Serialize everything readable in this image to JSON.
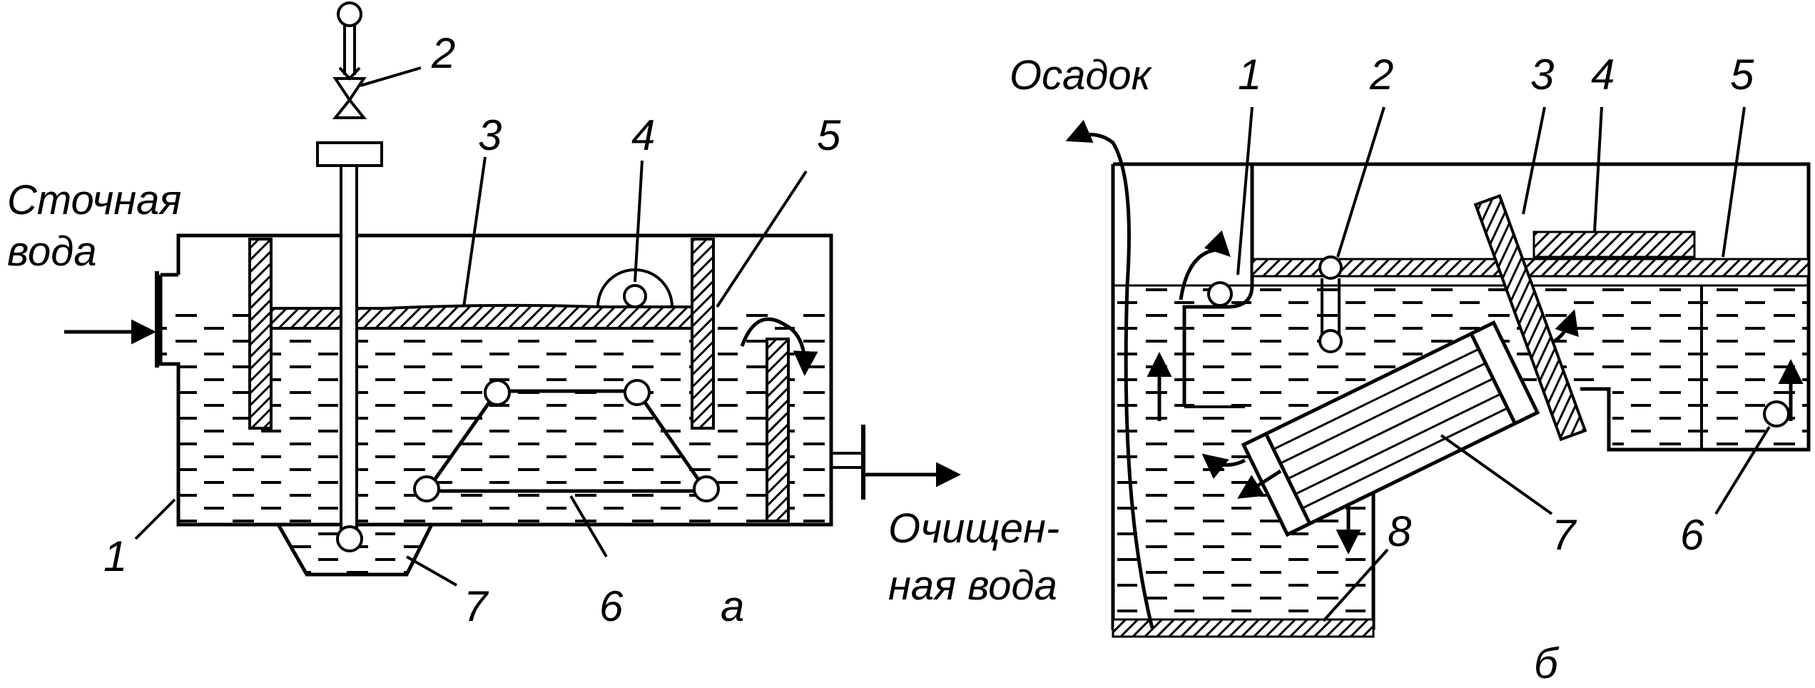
{
  "diagram_a": {
    "caption": "а",
    "inlet_label_line1": "Сточная",
    "inlet_label_line2": "вода",
    "outlet_label_line1": "Очищен-",
    "outlet_label_line2": "ная вода",
    "callouts": {
      "n1": "1",
      "n2": "2",
      "n3": "3",
      "n4": "4",
      "n5": "5",
      "n6": "6",
      "n7": "7"
    }
  },
  "diagram_b": {
    "caption": "б",
    "sludge_label": "Осадок",
    "callouts": {
      "n1": "1",
      "n2": "2",
      "n3": "3",
      "n4": "4",
      "n5": "5",
      "n6": "6",
      "n7": "7",
      "n8": "8"
    }
  }
}
